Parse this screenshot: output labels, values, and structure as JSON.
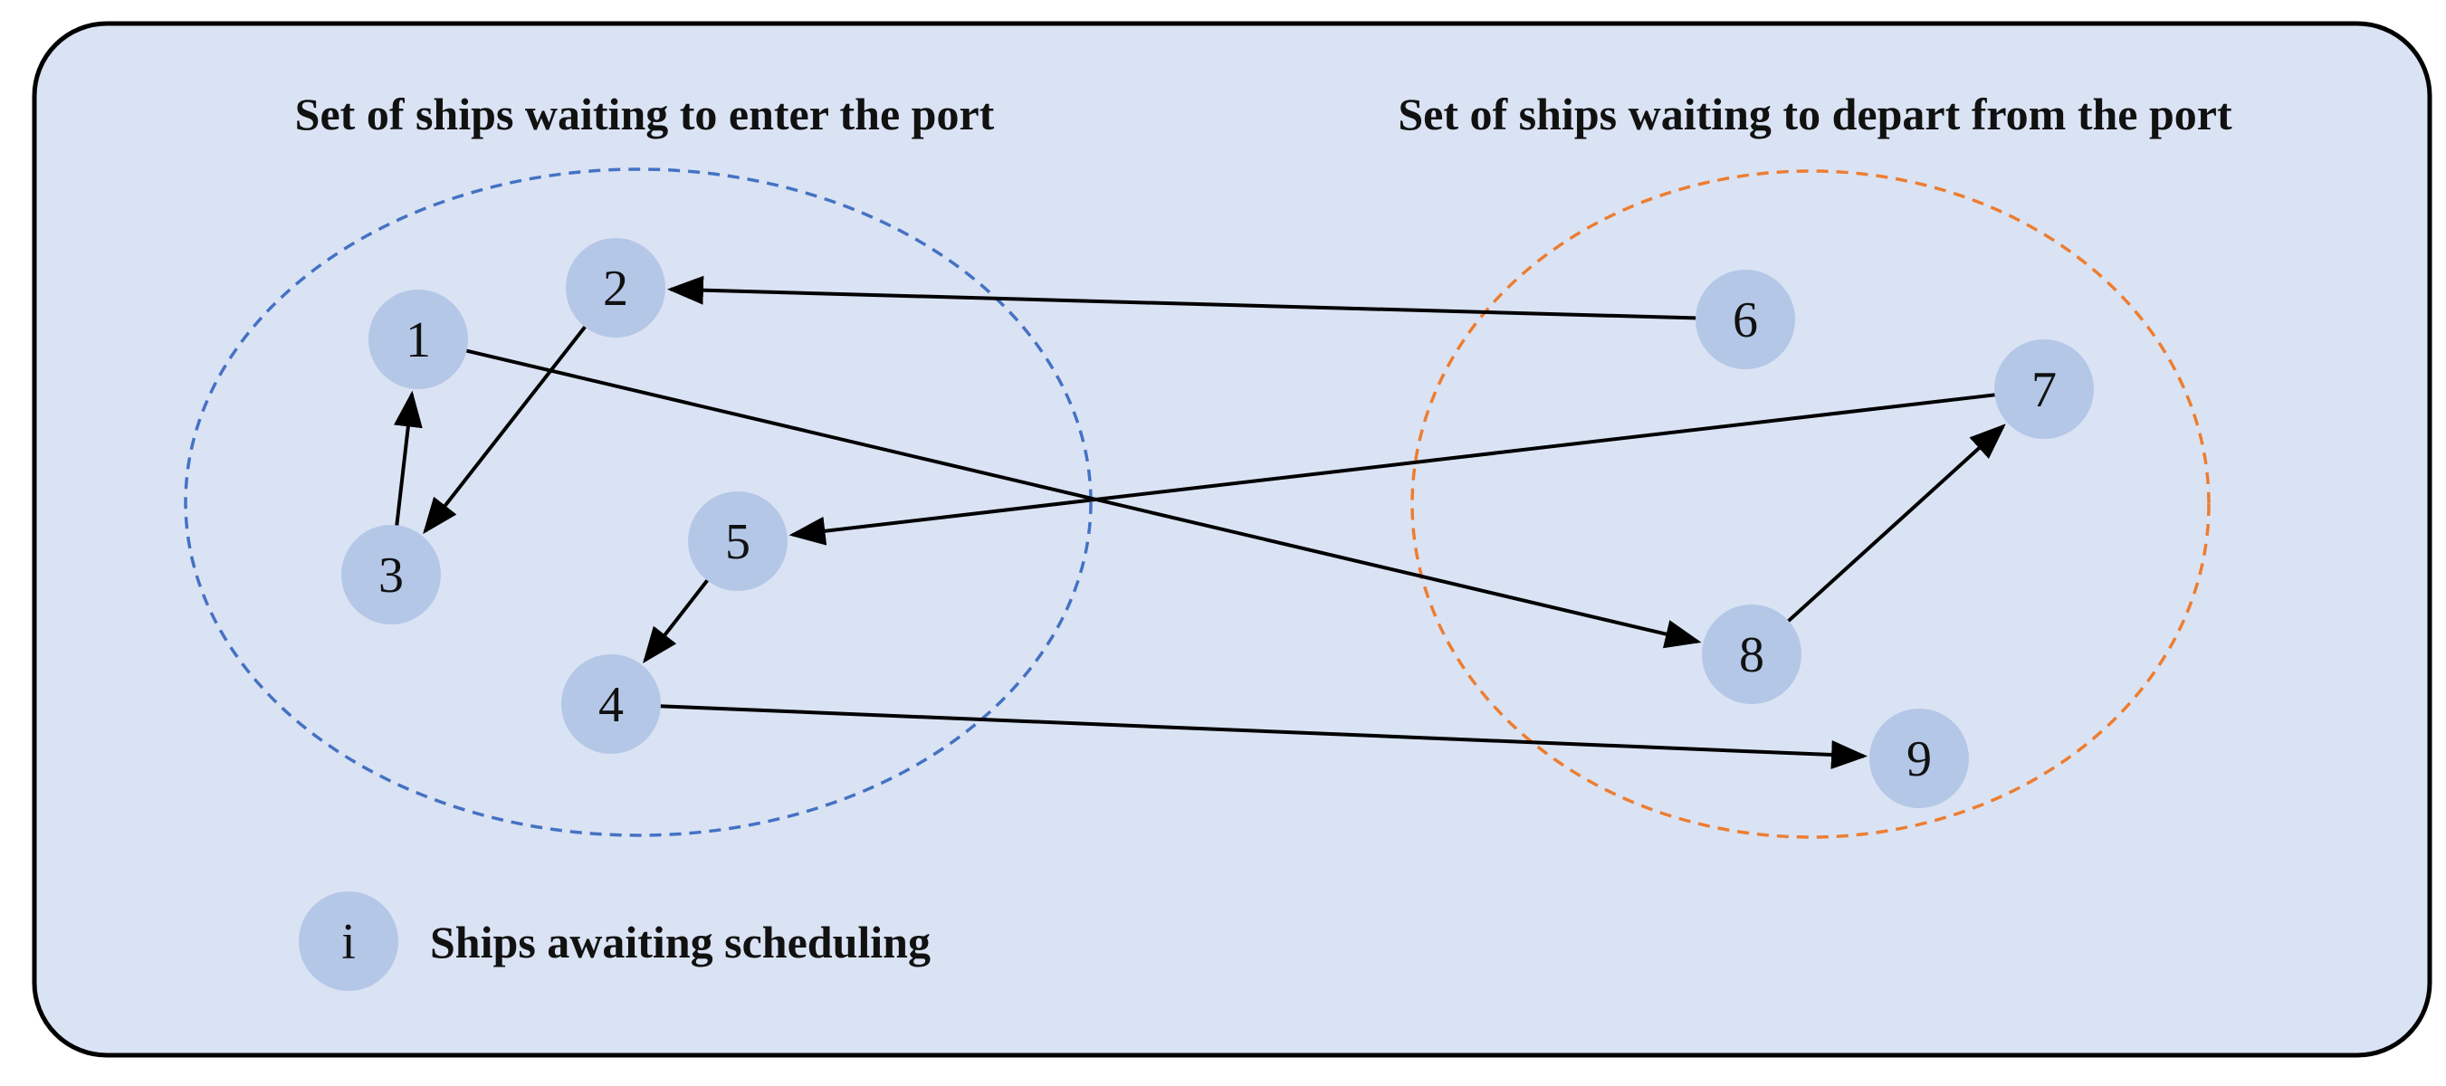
{
  "titles": {
    "enter_set": "Set of ships waiting to enter the port",
    "depart_set": "Set of ships waiting to depart from the port"
  },
  "legend": {
    "symbol": "i",
    "label": "Ships awaiting scheduling"
  },
  "nodes": [
    {
      "id": "1",
      "label": "1"
    },
    {
      "id": "2",
      "label": "2"
    },
    {
      "id": "3",
      "label": "3"
    },
    {
      "id": "4",
      "label": "4"
    },
    {
      "id": "5",
      "label": "5"
    },
    {
      "id": "6",
      "label": "6"
    },
    {
      "id": "7",
      "label": "7"
    },
    {
      "id": "8",
      "label": "8"
    },
    {
      "id": "9",
      "label": "9"
    }
  ],
  "edges": [
    {
      "from": "6",
      "to": "2"
    },
    {
      "from": "2",
      "to": "3"
    },
    {
      "from": "3",
      "to": "1"
    },
    {
      "from": "1",
      "to": "8"
    },
    {
      "from": "8",
      "to": "7"
    },
    {
      "from": "7",
      "to": "5"
    },
    {
      "from": "5",
      "to": "4"
    },
    {
      "from": "4",
      "to": "9"
    }
  ],
  "colors": {
    "background_panel": "#dae3f3",
    "node_fill": "#b4c7e7",
    "enter_set_outline": "#4472c4",
    "depart_set_outline": "#ed7d31",
    "edge": "#000000"
  }
}
